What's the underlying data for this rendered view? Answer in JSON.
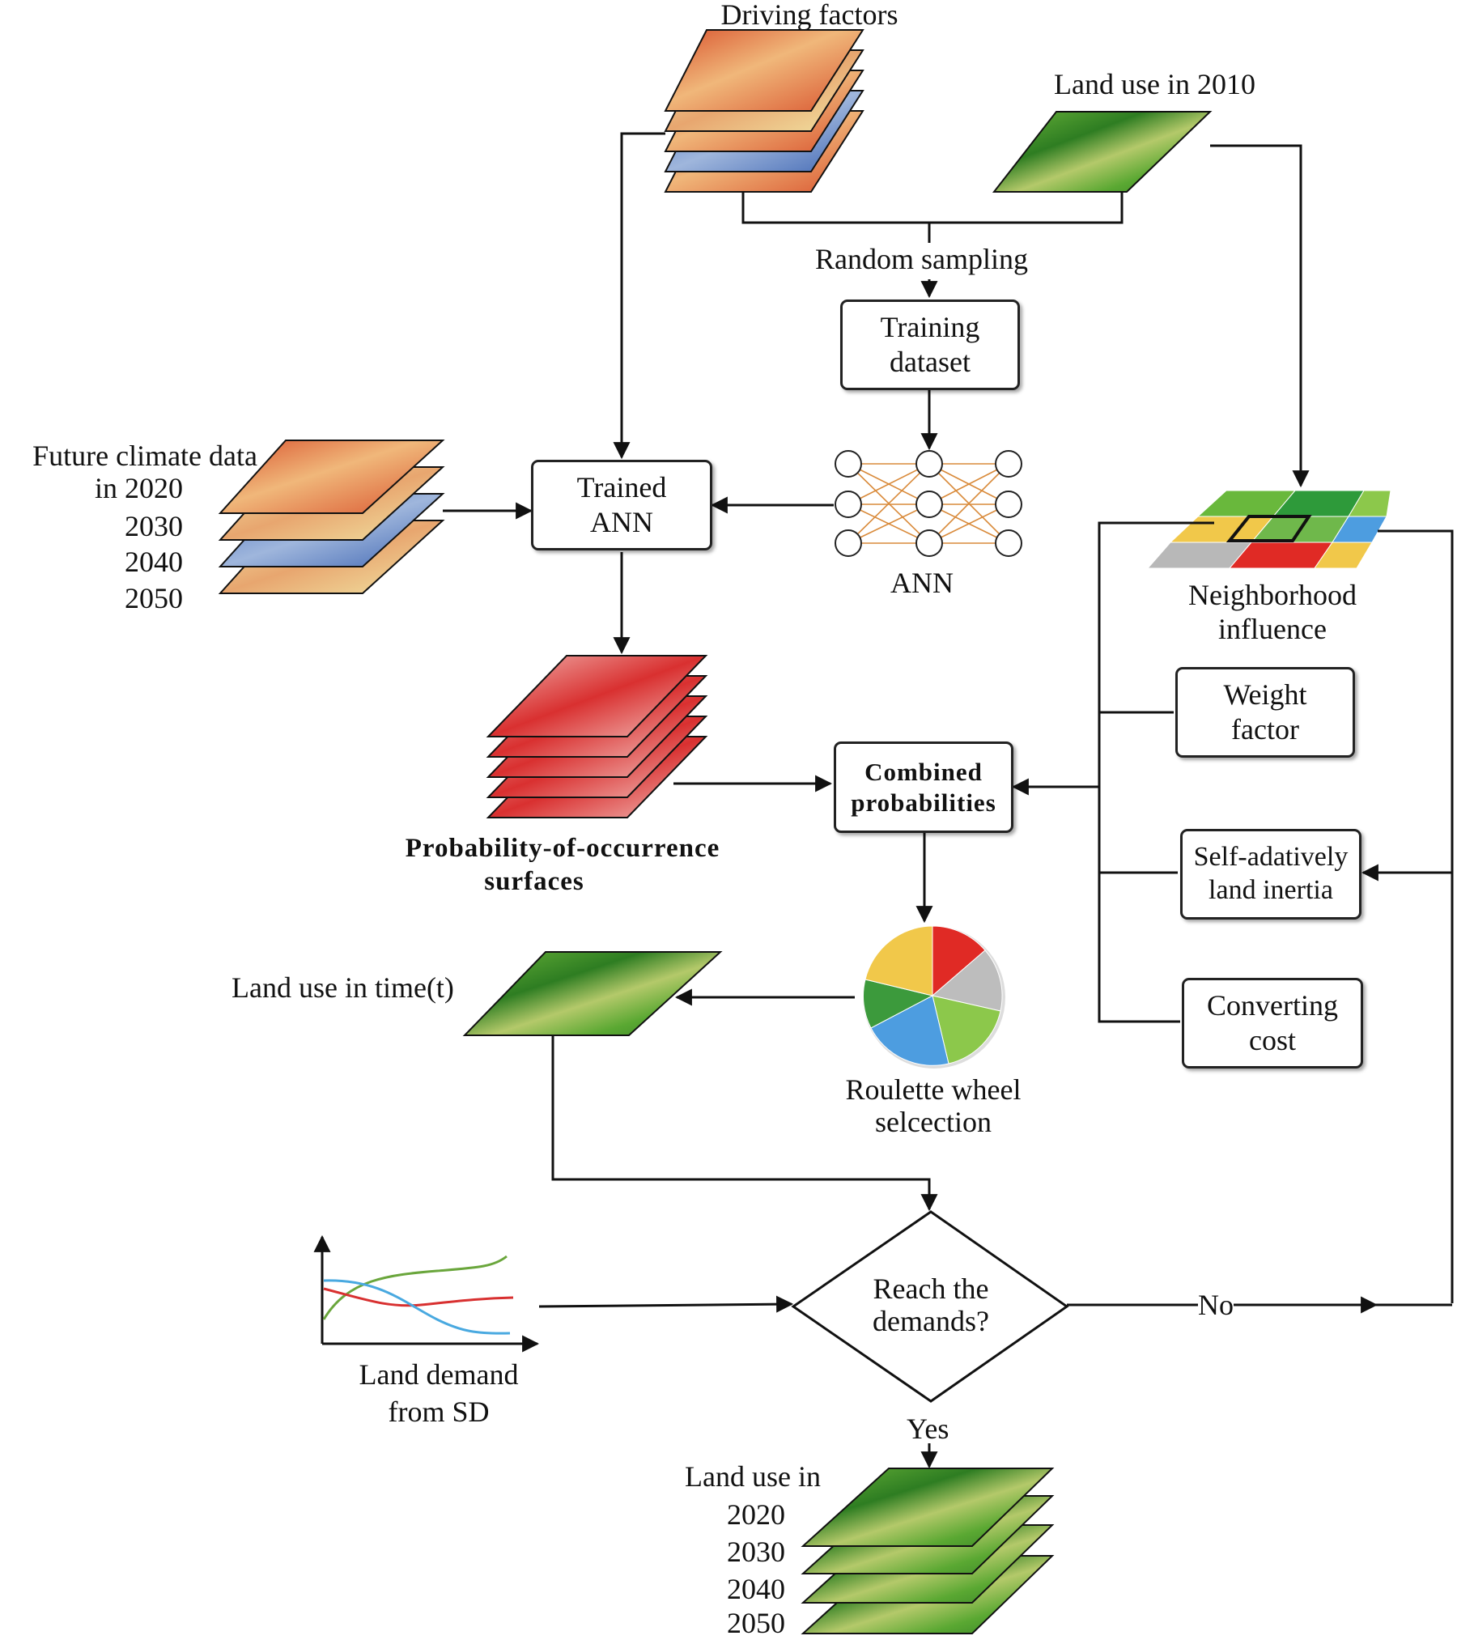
{
  "driving_factors": {
    "title": "Driving factors"
  },
  "land_use_2010": {
    "title": "Land use in 2010"
  },
  "random_sampling": {
    "label": "Random sampling"
  },
  "training_dataset": {
    "line1": "Training",
    "line2": "dataset"
  },
  "ann": {
    "label": "ANN"
  },
  "trained_ann": {
    "line1": "Trained",
    "line2": "ANN"
  },
  "future_climate": {
    "line1": "Future climate data",
    "line2": "in 2020",
    "years": [
      "2030",
      "2040",
      "2050"
    ]
  },
  "probability_surfaces": {
    "line1": "Probability-of-occurrence",
    "line2": "surfaces"
  },
  "combined_probabilities": {
    "line1": "Combined",
    "line2": "probabilities"
  },
  "neighborhood": {
    "line1": "Neighborhood",
    "line2": "influence"
  },
  "weight_factor": {
    "line1": "Weight",
    "line2": "factor"
  },
  "self_adaptive": {
    "line1": "Self-adatively",
    "line2": "land inertia"
  },
  "converting_cost": {
    "line1": "Converting",
    "line2": "cost"
  },
  "roulette": {
    "line1": "Roulette wheel",
    "line2": "selcection"
  },
  "land_use_time": {
    "label": "Land use in time(t)"
  },
  "decision": {
    "line1": "Reach the",
    "line2": "demands?",
    "no_label": "No",
    "yes_label": "Yes"
  },
  "land_demand": {
    "line1": "Land demand",
    "line2": "from SD"
  },
  "land_use_future": {
    "title": "Land use in",
    "years": [
      "2020",
      "2030",
      "2040",
      "2050"
    ]
  },
  "colors": {
    "line": "#111111",
    "ann_connection": "#d98a3a",
    "landuse_green": "#7fc241",
    "landuse_dark": "#2e7d22",
    "climate_red": "#d9532e",
    "climate_blue": "#4a74c2",
    "climate_yellow": "#f1e5a4",
    "prob_red": "#d93030",
    "prob_pink": "#f1b5b0",
    "neighborhood": [
      "#69b83c",
      "#2e9a3a",
      "#8cc84b",
      "#f1c84a",
      "#6fb84b",
      "#4d9de0",
      "#b8b8b8",
      "#e02a25",
      "#f1c84a"
    ],
    "roulette": [
      "#e02a25",
      "#bdbdbd",
      "#8cc84b",
      "#4d9de0",
      "#3c9a3c",
      "#f1c84a"
    ],
    "demand_curves": [
      "#6aa63c",
      "#d83030",
      "#49a9e0"
    ]
  }
}
